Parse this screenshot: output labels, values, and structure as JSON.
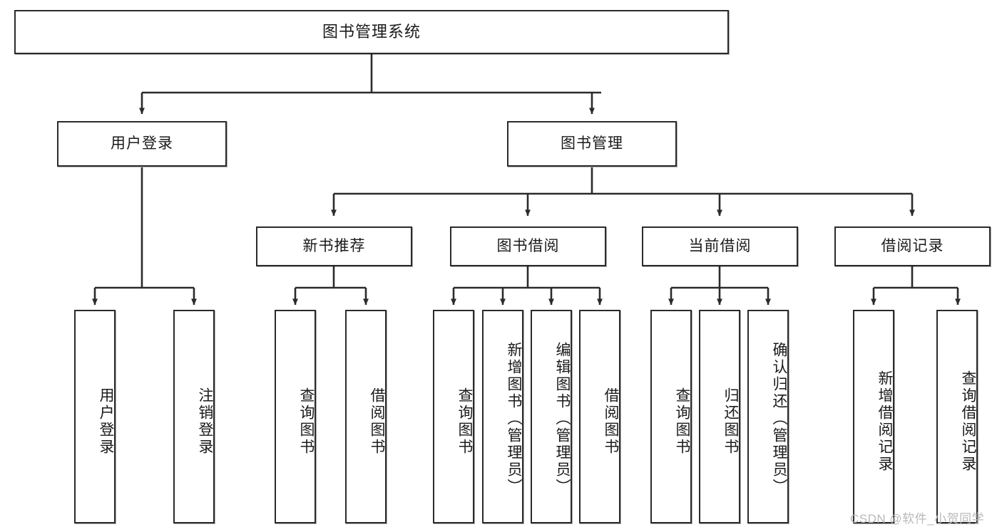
{
  "diagram": {
    "type": "tree",
    "title": "图书管理系统",
    "orientation": "top-down",
    "colors": {
      "box_border": "#2b2b2b",
      "box_fill": "#ffffff",
      "connector": "#2b2b2b",
      "background": "#ffffff",
      "watermark": "#b9b9b9"
    },
    "root": {
      "label": "图书管理系统"
    },
    "level1": [
      {
        "label": "用户登录"
      },
      {
        "label": "图书管理"
      }
    ],
    "level2": [
      {
        "label": "新书推荐"
      },
      {
        "label": "图书借阅"
      },
      {
        "label": "当前借阅"
      },
      {
        "label": "借阅记录"
      }
    ],
    "leaves": {
      "user_login": [
        {
          "label": "用户登录"
        },
        {
          "label": "注销登录"
        }
      ],
      "new_book_recommend": [
        {
          "label": "查询图书"
        },
        {
          "label": "借阅图书"
        }
      ],
      "book_borrow": [
        {
          "label": "查询图书"
        },
        {
          "label": "新增图书（管理员）"
        },
        {
          "label": "编辑图书（管理员）"
        },
        {
          "label": "借阅图书"
        }
      ],
      "current_borrow": [
        {
          "label": "查询图书"
        },
        {
          "label": "归还图书"
        },
        {
          "label": "确认归还（管理员）"
        }
      ],
      "borrow_record": [
        {
          "label": "新增借阅记录"
        },
        {
          "label": "查询借阅记录"
        }
      ]
    }
  },
  "watermark": {
    "text": "CSDN @软件_小贺同学"
  }
}
